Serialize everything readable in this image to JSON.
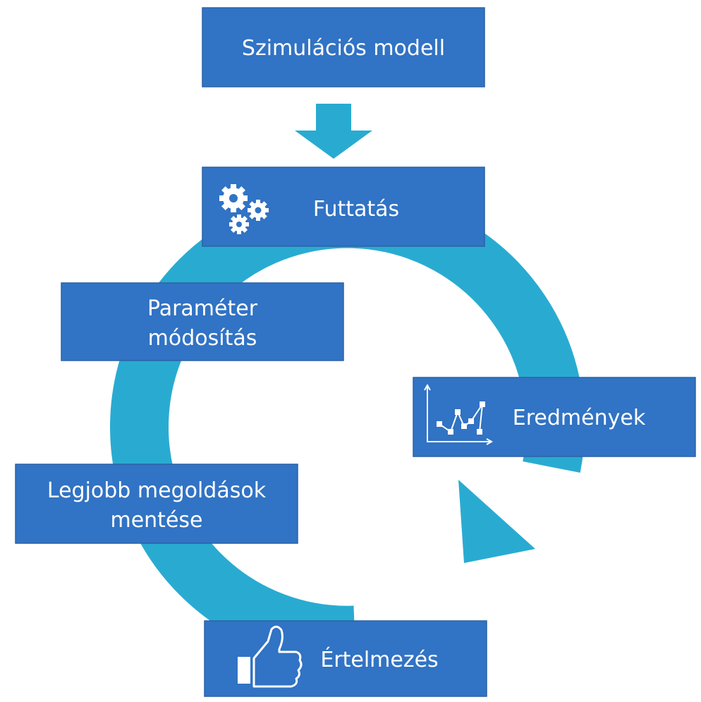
{
  "colors": {
    "box_fill": "#3173c4",
    "box_border": "#2c63a6",
    "cycle_arrow": "#29abd1",
    "icon": "#ffffff",
    "background": "#ffffff"
  },
  "nodes": {
    "model": {
      "label": "Szimulációs modell"
    },
    "run": {
      "label": "Futtatás",
      "icon": "gears-icon"
    },
    "results": {
      "label": "Eredmények",
      "icon": "line-chart-icon"
    },
    "interpret": {
      "label": "Értelmezés",
      "icon": "thumbs-up-icon"
    },
    "save_best": {
      "line1": "Legjobb megoldások",
      "line2": "mentése"
    },
    "param_change": {
      "line1": "Paraméter",
      "line2": "módosítás"
    }
  },
  "connectors": {
    "down_arrow": {
      "from": "Szimulációs modell",
      "to": "Futtatás"
    },
    "cycle_arrow": {
      "direction": "clockwise",
      "from": "Futtatás",
      "via": "Eredmények"
    }
  }
}
